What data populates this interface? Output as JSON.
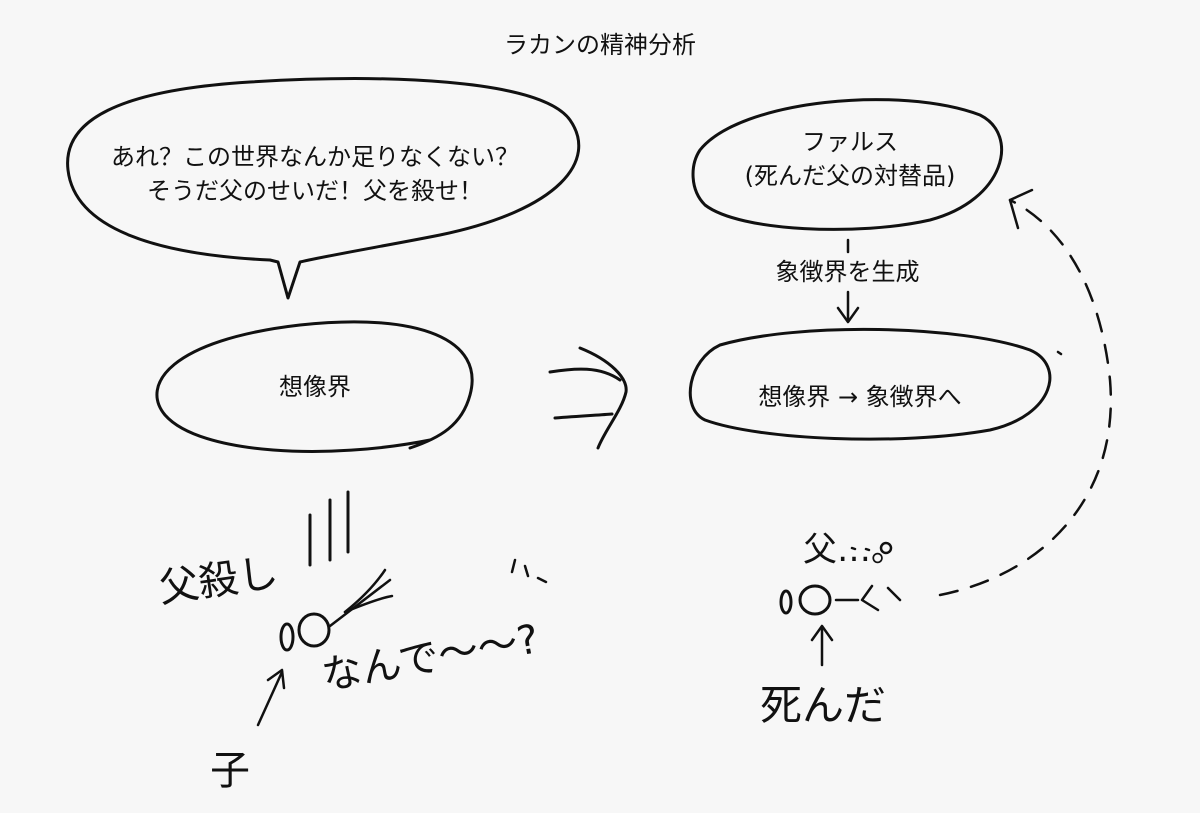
{
  "title": "ラカンの精神分析",
  "speech_bubble": {
    "line1": "あれ？この世界なんか足りなくない？",
    "line2": "そうだ父のせいだ！父を殺せ！"
  },
  "left_ellipse": {
    "label": "想像界"
  },
  "phallus_bubble": {
    "line1": "ファルス",
    "line2": "(死んだ父の対替品)"
  },
  "generate_label": "象徴界を生成",
  "right_ellipse": {
    "label": "想像界 → 象徴界へ"
  },
  "left_scene": {
    "patricide_label": "父殺し",
    "why_label": "なんで〜〜?",
    "child_label": "子"
  },
  "right_scene": {
    "father_label": "父…。",
    "died_label": "死んだ"
  },
  "icons": {
    "transition_arrow": "double-arrow-icon",
    "figure_left": "stick-figure-icon",
    "figure_right": "stick-figure-icon"
  }
}
